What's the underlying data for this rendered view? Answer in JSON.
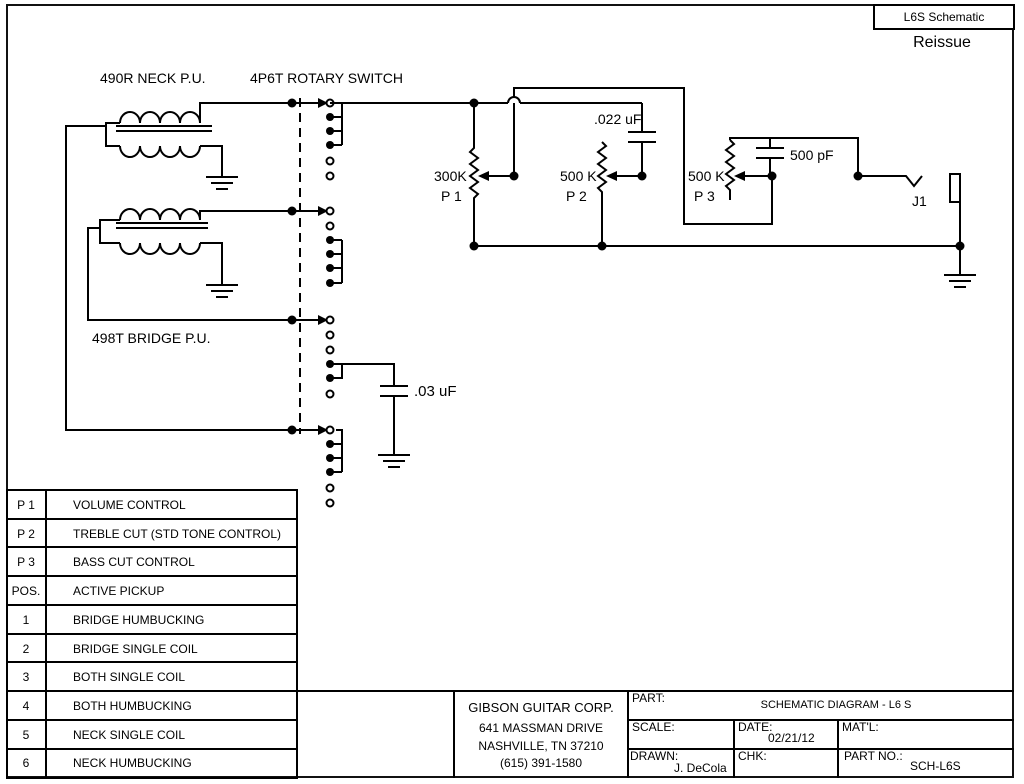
{
  "title_box": {
    "label": "L6S Schematic",
    "reissue": "Reissue"
  },
  "labels": {
    "neck_pickup": "490R NECK P.U.",
    "rotary_switch": "4P6T ROTARY SWITCH",
    "bridge_pickup": "498T BRIDGE P.U.",
    "cap_022": ".022 uF",
    "cap_03": ".03 uF",
    "cap_500pf": "500 pF",
    "p1_value": "300K",
    "p1_name": "P 1",
    "p2_value": "500 K",
    "p2_name": "P 2",
    "p3_value": "500 K",
    "p3_name": "P 3",
    "jack": "J1"
  },
  "legend": [
    {
      "key": "P 1",
      "desc": "VOLUME CONTROL"
    },
    {
      "key": "P 2",
      "desc": "TREBLE CUT (STD TONE CONTROL)"
    },
    {
      "key": "P 3",
      "desc": "BASS CUT CONTROL"
    },
    {
      "key": "POS.",
      "desc": "ACTIVE PICKUP"
    },
    {
      "key": "1",
      "desc": "BRIDGE HUMBUCKING"
    },
    {
      "key": "2",
      "desc": "BRIDGE SINGLE COIL"
    },
    {
      "key": "3",
      "desc": "BOTH SINGLE COIL"
    },
    {
      "key": "4",
      "desc": "BOTH HUMBUCKING"
    },
    {
      "key": "5",
      "desc": "NECK SINGLE COIL"
    },
    {
      "key": "6",
      "desc": "NECK HUMBUCKING"
    }
  ],
  "company": {
    "name": "GIBSON GUITAR CORP.",
    "address1": "641 MASSMAN DRIVE",
    "address2": "NASHVILLE, TN 37210",
    "phone": "(615) 391-1580"
  },
  "title_block": {
    "part_label": "PART:",
    "part_value": "SCHEMATIC DIAGRAM - L6 S",
    "scale_label": "SCALE:",
    "date_label": "DATE:",
    "date_value": "02/21/12",
    "matl_label": "MAT'L:",
    "drawn_label": "DRAWN:",
    "drawn_value": "J. DeCola",
    "chk_label": "CHK:",
    "partno_label": "PART NO.:",
    "partno_value": "SCH-L6S"
  }
}
